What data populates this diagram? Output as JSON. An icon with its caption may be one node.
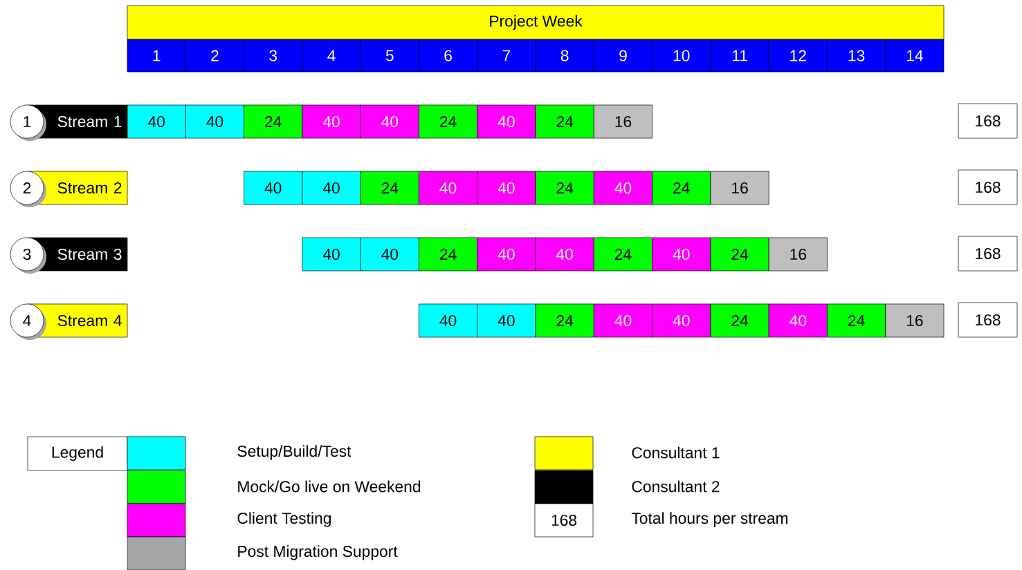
{
  "diagram": {
    "nodes": [
      {
        "text": [
          "Project Week"
        ]
      },
      {
        "text": [
          "1"
        ]
      },
      {
        "text": [
          "2"
        ]
      },
      {
        "text": [
          "3"
        ]
      },
      {
        "text": [
          "4"
        ]
      },
      {
        "text": [
          "5"
        ]
      },
      {
        "text": [
          "6"
        ]
      },
      {
        "text": [
          "7"
        ]
      },
      {
        "text": [
          "8"
        ]
      },
      {
        "text": [
          "9"
        ]
      },
      {
        "text": [
          "10"
        ]
      },
      {
        "text": [
          "11"
        ]
      },
      {
        "text": [
          "12"
        ]
      },
      {
        "text": [
          "13"
        ]
      },
      {
        "text": [
          "14"
        ]
      },
      {
        "text": [
          "1"
        ]
      },
      {
        "text": [
          "Stream 1"
        ]
      },
      {
        "text": [
          "40"
        ]
      },
      {
        "text": [
          "40"
        ]
      },
      {
        "text": [
          "24"
        ]
      },
      {
        "text": [
          "40"
        ]
      },
      {
        "text": [
          "40"
        ]
      },
      {
        "text": [
          "24"
        ]
      },
      {
        "text": [
          "40"
        ]
      },
      {
        "text": [
          "24"
        ]
      },
      {
        "text": [
          "16"
        ]
      },
      {
        "text": [
          "168"
        ]
      },
      {
        "text": [
          "2"
        ]
      },
      {
        "text": [
          "Stream 2"
        ]
      },
      {
        "text": [
          "40"
        ]
      },
      {
        "text": [
          "40"
        ]
      },
      {
        "text": [
          "24"
        ]
      },
      {
        "text": [
          "40"
        ]
      },
      {
        "text": [
          "40"
        ]
      },
      {
        "text": [
          "24"
        ]
      },
      {
        "text": [
          "40"
        ]
      },
      {
        "text": [
          "24"
        ]
      },
      {
        "text": [
          "16"
        ]
      },
      {
        "text": [
          "168"
        ]
      },
      {
        "text": [
          "3"
        ]
      },
      {
        "text": [
          "Stream 3"
        ]
      },
      {
        "text": [
          "40"
        ]
      },
      {
        "text": [
          "40"
        ]
      },
      {
        "text": [
          "24"
        ]
      },
      {
        "text": [
          "40"
        ]
      },
      {
        "text": [
          "40"
        ]
      },
      {
        "text": [
          "24"
        ]
      },
      {
        "text": [
          "40"
        ]
      },
      {
        "text": [
          "24"
        ]
      },
      {
        "text": [
          "16"
        ]
      },
      {
        "text": [
          "168"
        ]
      },
      {
        "text": [
          "4"
        ]
      },
      {
        "text": [
          "Stream 4"
        ]
      },
      {
        "text": [
          "40"
        ]
      },
      {
        "text": [
          "40"
        ]
      },
      {
        "text": [
          "24"
        ]
      },
      {
        "text": [
          "40"
        ]
      },
      {
        "text": [
          "40"
        ]
      },
      {
        "text": [
          "24"
        ]
      },
      {
        "text": [
          "40"
        ]
      },
      {
        "text": [
          "24"
        ]
      },
      {
        "text": [
          "16"
        ]
      },
      {
        "text": [
          "168"
        ]
      },
      {
        "text": [
          "Legend"
        ]
      }
    ],
    "labels": [
      "168"
    ],
    "legend": [
      {
        "text": "Setup/Build/Test",
        "color": "#00ffff"
      },
      {
        "text": "Mock/Go live on Weekend",
        "color": "#00ff00"
      },
      {
        "text": "Client Testing",
        "color": "#ff00ff"
      },
      {
        "text": "Post Migration Support",
        "color": "#a6a6a6"
      },
      {
        "text": "Consultant 1",
        "color": "#ffff00"
      },
      {
        "text": "Consultant 2",
        "color": "#000000"
      },
      {
        "text": "Total hours per stream"
      }
    ]
  }
}
